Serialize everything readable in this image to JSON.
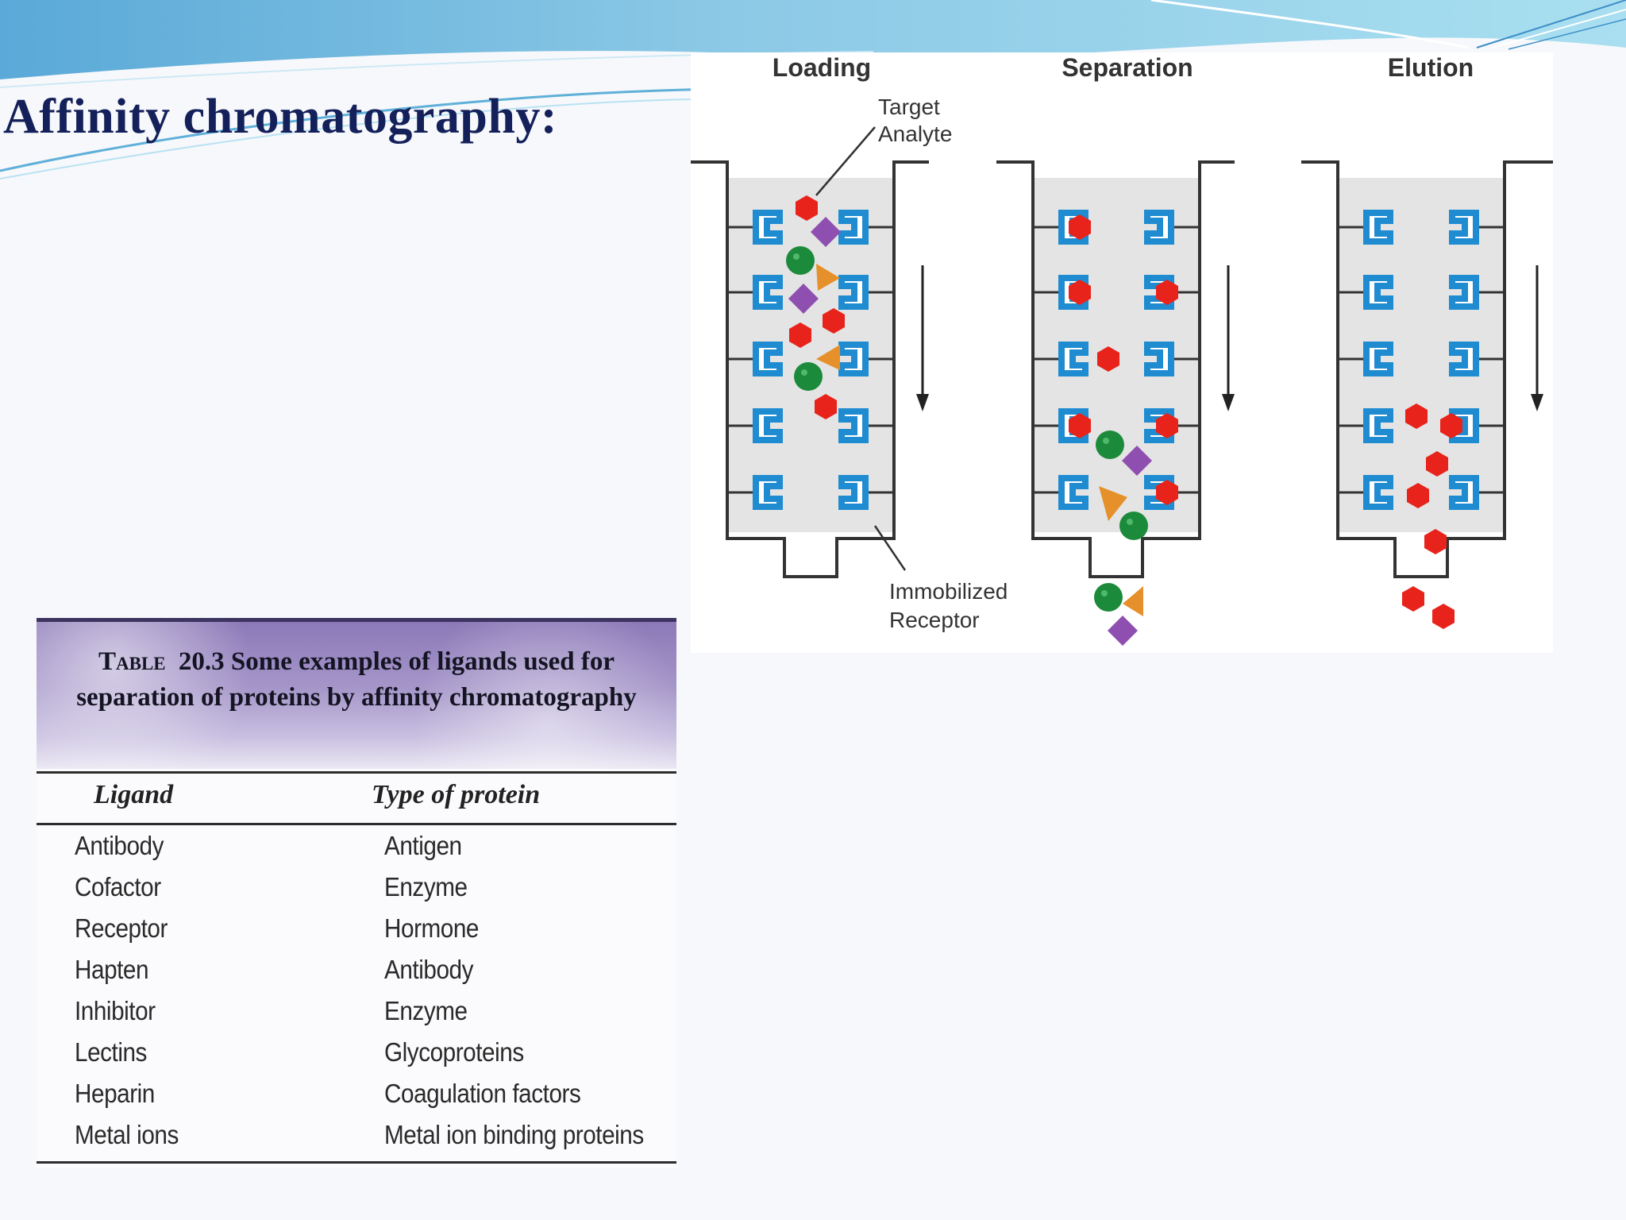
{
  "slide": {
    "title": "Affinity chromatography:"
  },
  "diagram": {
    "stages": [
      "Loading",
      "Separation",
      "Elution"
    ],
    "labels": {
      "target": [
        "Target",
        "Analyte"
      ],
      "receptor": [
        "Immobilized",
        "Receptor"
      ]
    },
    "colors": {
      "receptor": "#1f8bd0",
      "hexagon": "#e8231b",
      "diamond": "#8e4fb0",
      "triangle": "#e5902a",
      "sphere": "#1c8a3b",
      "column_fill": "#e4e4e4"
    }
  },
  "table": {
    "caption_label": "Table",
    "caption_number": "20.3",
    "caption_text": "Some examples of ligands used for separation of proteins by affinity chromatography",
    "headers": {
      "ligand": "Ligand",
      "protein": "Type of protein"
    },
    "rows": [
      {
        "ligand": "Antibody",
        "protein": "Antigen"
      },
      {
        "ligand": "Cofactor",
        "protein": "Enzyme"
      },
      {
        "ligand": "Receptor",
        "protein": "Hormone"
      },
      {
        "ligand": "Hapten",
        "protein": "Antibody"
      },
      {
        "ligand": "Inhibitor",
        "protein": "Enzyme"
      },
      {
        "ligand": "Lectins",
        "protein": "Glycoproteins"
      },
      {
        "ligand": "Heparin",
        "protein": "Coagulation factors"
      },
      {
        "ligand": "Metal ions",
        "protein": "Metal ion binding proteins"
      }
    ]
  }
}
